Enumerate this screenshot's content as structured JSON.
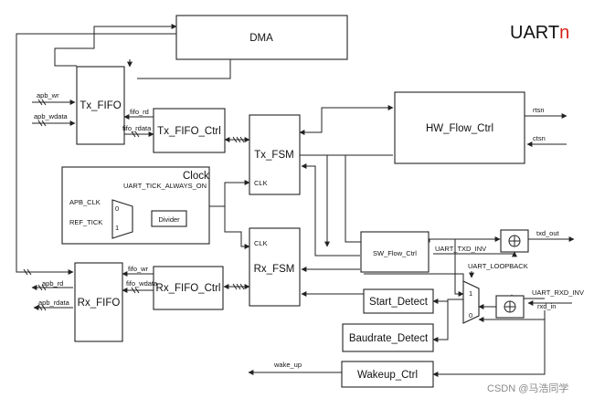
{
  "title": {
    "main": "UART",
    "suffix": "n"
  },
  "blocks": {
    "dma": "DMA",
    "tx_fifo": "Tx_FIFO",
    "tx_fifo_ctrl": "Tx_FIFO_Ctrl",
    "tx_fsm": "Tx_FSM",
    "hw_flow_ctrl": "HW_Flow_Ctrl",
    "clock": "Clock",
    "divider": "Divider",
    "rx_fsm": "Rx_FSM",
    "sw_flow_ctrl": "SW_Flow_Ctrl",
    "rx_fifo": "Rx_FIFO",
    "rx_fifo_ctrl": "Rx_FIFO_Ctrl",
    "start_detect": "Start_Detect",
    "baudrate_detect": "Baudrate_Detect",
    "wakeup_ctrl": "Wakeup_Ctrl"
  },
  "signals": {
    "apb_wr": "apb_wr",
    "apb_wdata": "apb_wdata",
    "fifo_rd": "fifo_rd",
    "fifo_rdata": "fifo_rdata",
    "rtsn": "rtsn",
    "ctsn": "ctsn",
    "clk_tx": "CLK",
    "uart_tick_always_on": "UART_TICK_ALWAYS_ON",
    "apb_clk": "APB_CLK",
    "ref_tick": "REF_TICK",
    "mux_0": "0",
    "mux_1": "1",
    "clk_rx": "CLK",
    "txd_out": "txd_out",
    "uart_txd_inv": "UART_TXD_INV",
    "uart_loopback": "UART_LOOPBACK",
    "apb_rd": "apb_rd",
    "apb_rdata": "apb_rdata",
    "fifo_wr": "fifo_wr",
    "fifo_wdata": "fifo_wdata",
    "uart_rxd_inv": "UART_RXD_INV",
    "rxd_in": "rxd_in",
    "mux2_1": "1",
    "mux2_0": "0",
    "wake_up": "wake_up"
  },
  "watermark": "CSDN @马浩同学"
}
